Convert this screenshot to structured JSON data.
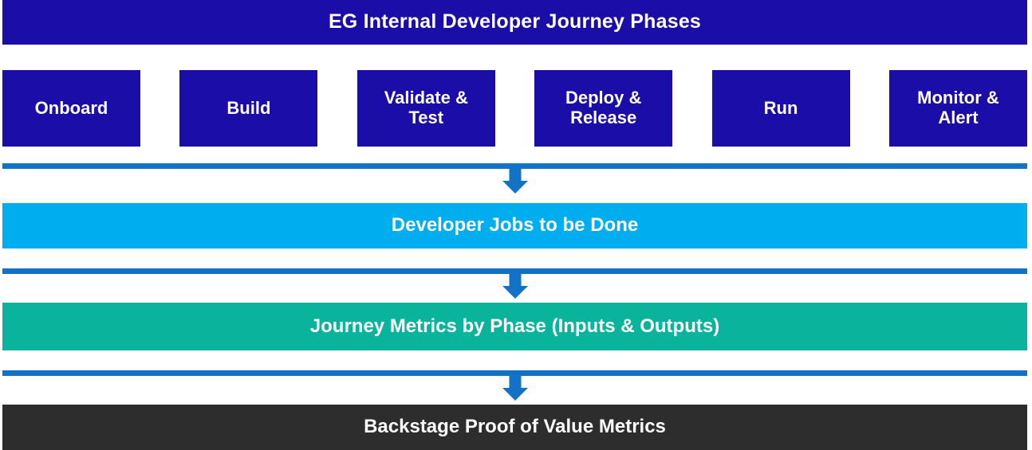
{
  "header": {
    "title": "EG Internal Developer Journey Phases",
    "background_color": "#1A0DA8",
    "text_color": "#FFFFFF"
  },
  "phases": {
    "box_color": "#1A0DA8",
    "text_color": "#FFFFFF",
    "items": [
      {
        "label": "Onboard"
      },
      {
        "label": "Build"
      },
      {
        "label": "Validate &\nTest"
      },
      {
        "label": "Deploy &\nRelease"
      },
      {
        "label": "Run"
      },
      {
        "label": "Monitor &\nAlert"
      }
    ]
  },
  "connectors": {
    "color": "#1273C6",
    "icon": "down-arrow-icon",
    "count": 3
  },
  "bands": [
    {
      "id": "jobs",
      "label": "Developer Jobs to be Done",
      "background_color": "#00AEEF",
      "text_color": "#FFFFFF"
    },
    {
      "id": "metrics",
      "label": "Journey Metrics by Phase (Inputs & Outputs)",
      "background_color": "#09B39C",
      "text_color": "#FFFFFF"
    },
    {
      "id": "proof",
      "label": "Backstage Proof of Value Metrics",
      "background_color": "#2D2D2D",
      "text_color": "#FFFFFF"
    }
  ]
}
